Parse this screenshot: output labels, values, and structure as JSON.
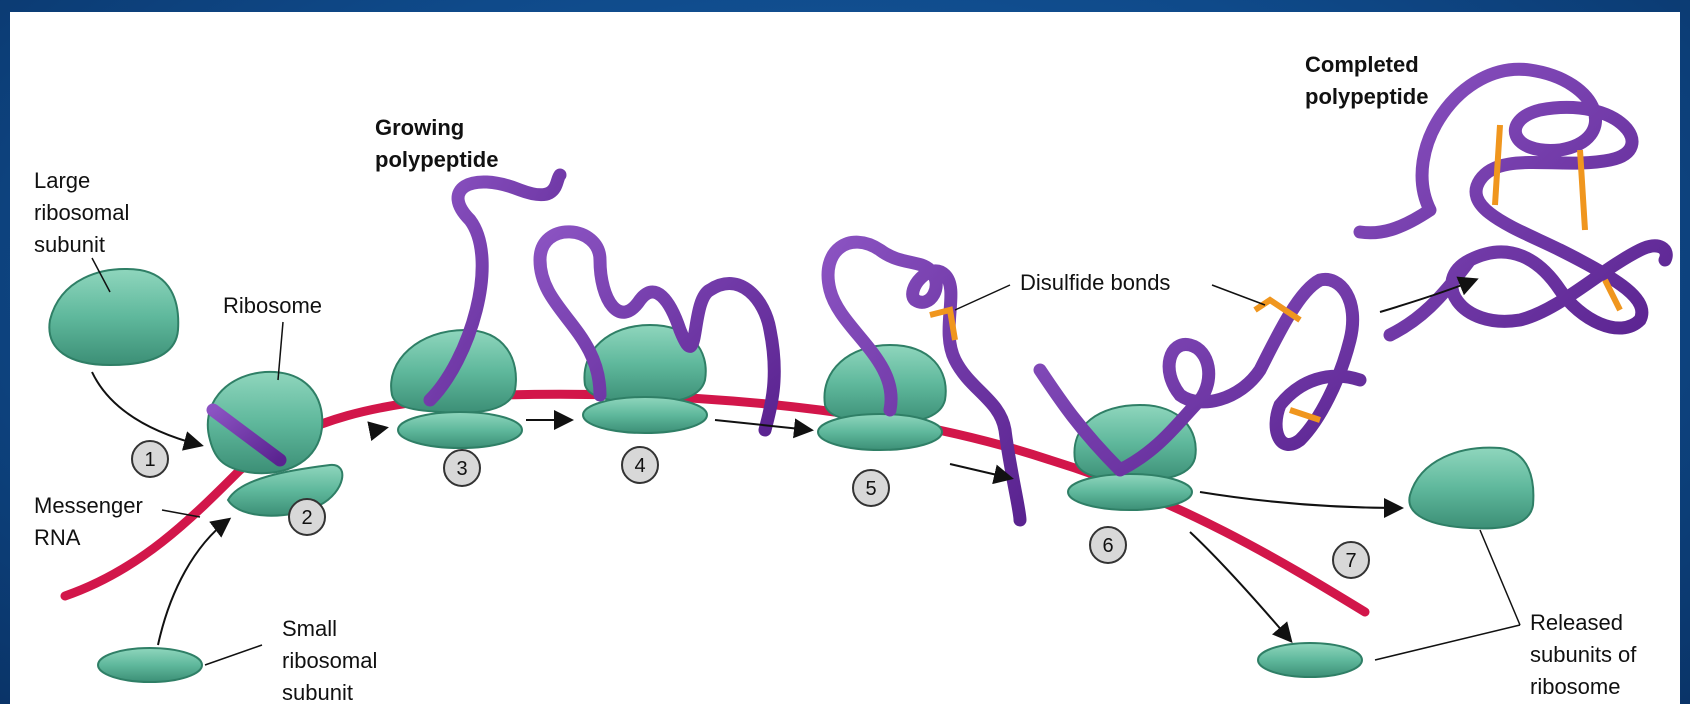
{
  "colors": {
    "ribosome": "#5fb89c",
    "ribosome_dark": "#2f7f66",
    "mrna": "#d2164a",
    "polypeptide": "#6a2fa0",
    "disulfide": "#f0961e",
    "background": "#0f4a8a"
  },
  "labels": {
    "large_subunit": [
      "Large",
      "ribosomal",
      "subunit"
    ],
    "ribosome": "Ribosome",
    "messenger_rna": [
      "Messenger",
      "RNA"
    ],
    "small_subunit": [
      "Small",
      "ribosomal",
      "subunit"
    ],
    "growing_polypeptide": [
      "Growing",
      "polypeptide"
    ],
    "completed_polypeptide": [
      "Completed",
      "polypeptide"
    ],
    "disulfide_bonds": "Disulfide bonds",
    "released_subunits": [
      "Released",
      "subunits of",
      "ribosome"
    ]
  },
  "steps": [
    "1",
    "2",
    "3",
    "4",
    "5",
    "6",
    "7"
  ]
}
